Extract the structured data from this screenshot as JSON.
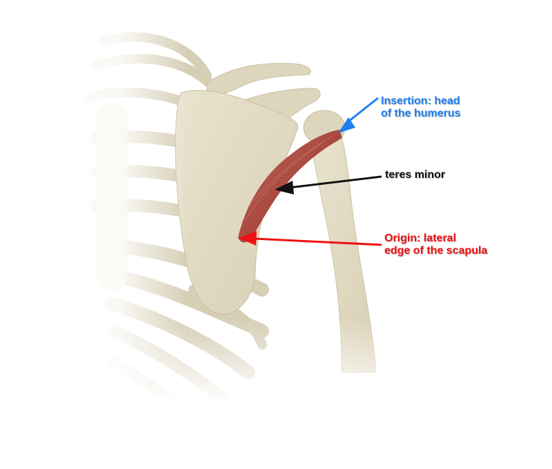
{
  "diagram": {
    "subject": "teres minor muscle",
    "colors": {
      "bone": "#e3dcc6",
      "bone_shadow": "#c9c0a4",
      "muscle": "#b5574e",
      "insertion": "#1f7ff0",
      "muscle_label": "#111111",
      "origin": "#ee1111",
      "background": "#ffffff"
    },
    "labels": {
      "insertion": {
        "line1": "Insertion: head",
        "line2": "of the humerus",
        "icon": "arrow-left-down"
      },
      "muscle": {
        "text": "teres minor",
        "icon": "arrow-left"
      },
      "origin": {
        "line1": "Origin: lateral",
        "line2": "edge of the scapula",
        "icon": "arrow-left"
      }
    }
  }
}
